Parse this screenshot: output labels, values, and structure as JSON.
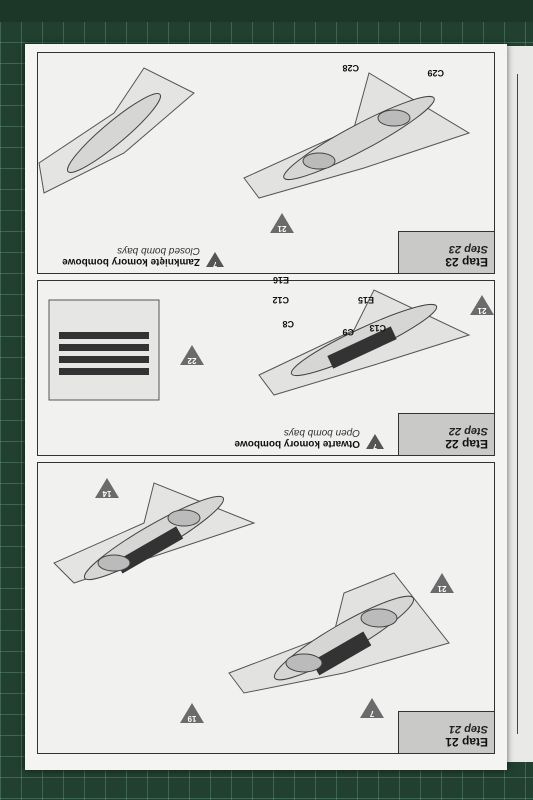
{
  "steps": [
    {
      "label_pl": "Etap 21",
      "label_en": "Step 21",
      "callouts": [
        "19",
        "7",
        "14",
        "21"
      ]
    },
    {
      "label_pl": "Etap 22",
      "label_en": "Step 22",
      "caption_badge": "7",
      "caption_pl": "Otwarte komory bombowe",
      "caption_en": "Open bomb bays",
      "callouts": [
        "21",
        "22"
      ],
      "parts": [
        "E15",
        "C13",
        "C9",
        "C8",
        "C12",
        "E16"
      ]
    },
    {
      "label_pl": "Etap 23",
      "label_en": "Step 23",
      "caption_badge": "7",
      "caption_pl": "Zamknięte komory bombowe",
      "caption_en": "Closed bomb bays",
      "callouts": [
        "21"
      ],
      "parts": [
        "C29",
        "C28"
      ]
    }
  ],
  "colors": {
    "mat": "#21402f",
    "paper": "#f4f4f2",
    "step_box": "#c9c9c7",
    "badge": "#6b6b6b"
  },
  "icons": [
    "triangle-badge-icon",
    "aircraft-drawing"
  ]
}
